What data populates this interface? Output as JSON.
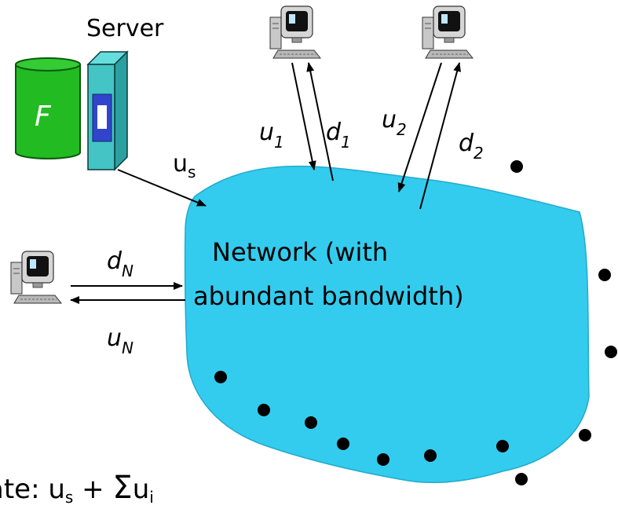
{
  "server": {
    "label": "Server",
    "file_label": "F"
  },
  "network": {
    "line1": "Network (with",
    "line2": "abundant bandwidth)"
  },
  "links": {
    "server_upload": {
      "base": "u",
      "sub": "s"
    },
    "peer1_upload": {
      "base": "u",
      "sub": "1"
    },
    "peer1_download": {
      "base": "d",
      "sub": "1"
    },
    "peer2_upload": {
      "base": "u",
      "sub": "2"
    },
    "peer2_download": {
      "base": "d",
      "sub": "2"
    },
    "peerN_download": {
      "base": "d",
      "sub": "N"
    },
    "peerN_upload": {
      "base": "u",
      "sub": "N"
    }
  },
  "formula": {
    "prefix": "rate: ",
    "us_base": "u",
    "us_sub": "s",
    "plus": " + ",
    "sigma": "Σ",
    "ui_base": "u",
    "ui_sub": "i"
  },
  "colors": {
    "network_fill": "#33ccee",
    "database_fill": "#22bb22",
    "server_fill": "#44c4c4",
    "screen_fill": "#3344cc"
  }
}
